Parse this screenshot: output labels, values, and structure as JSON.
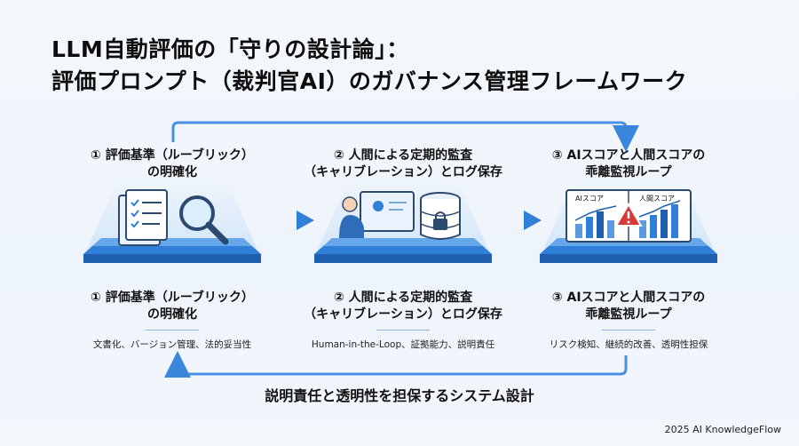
{
  "title": {
    "line1": "LLM自動評価の「守りの設計論」：",
    "line2": "評価プロンプト（裁判官AI）のガバナンス管理フレームワーク"
  },
  "stages": [
    {
      "top_line1": "① 評価基準（ルーブリック）",
      "top_line2": "の明確化",
      "bottom_line1": "① 評価基準（ルーブリック）",
      "bottom_line2": "の明確化",
      "note": "文書化、バージョン管理、法的妥当性"
    },
    {
      "top_line1": "② 人間による定期的監査",
      "top_line2": "（キャリブレーション）とログ保存",
      "bottom_line1": "② 人間による定期的監査",
      "bottom_line2": "（キャリブレーション）とログ保存",
      "note": "Human-in-the-Loop、証拠能力、説明責任"
    },
    {
      "top_line1": "③ AIスコアと人間スコアの",
      "top_line2": "乖離監視ループ",
      "bottom_line1": "③ AIスコアと人間スコアの",
      "bottom_line2": "乖離監視ループ",
      "note": "リスク検知、継続的改善、透明性担保",
      "chart_label_ai": "AIスコア",
      "chart_label_human": "人間スコア"
    }
  ],
  "icons": [
    "document-checklist-icon",
    "magnifier-icon",
    "analyst-icon",
    "database-lock-icon",
    "score-comparison-icon",
    "warning-icon"
  ],
  "colors": {
    "accent": "#2f7fd8",
    "platform": "#3f8fe6",
    "warning": "#d83a3a"
  },
  "caption": "説明責任と透明性を担保するシステム設計",
  "footer": "2025 AI KnowledgeFlow"
}
